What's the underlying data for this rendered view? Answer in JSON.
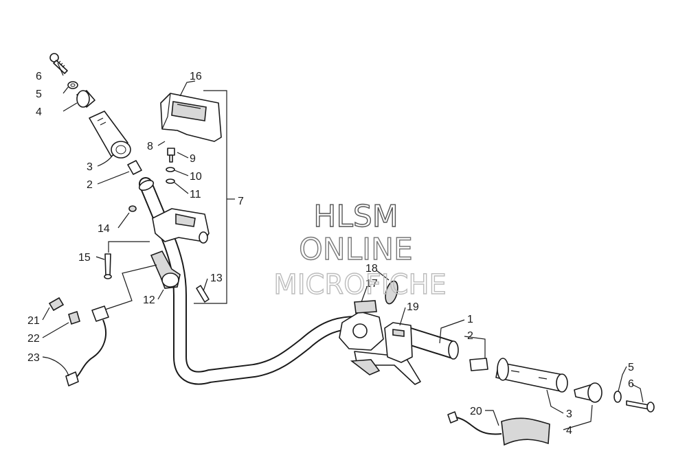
{
  "watermark": {
    "line1": "HLSM",
    "line2": "ONLINE",
    "line3": "MICROFICHE"
  },
  "callouts": {
    "c1": "1",
    "c2_left": "2",
    "c2_right": "2",
    "c3_left": "3",
    "c3_right": "3",
    "c4_left": "4",
    "c4_right": "4",
    "c5_left": "5",
    "c5_right": "5",
    "c6_left": "6",
    "c6_right": "6",
    "c7": "7",
    "c8": "8",
    "c9": "9",
    "c10": "10",
    "c11": "11",
    "c12": "12",
    "c13": "13",
    "c14": "14",
    "c15": "15",
    "c16": "16",
    "c17": "17",
    "c18": "18",
    "c19": "19",
    "c20": "20",
    "c21": "21",
    "c22": "22",
    "c23": "23"
  }
}
